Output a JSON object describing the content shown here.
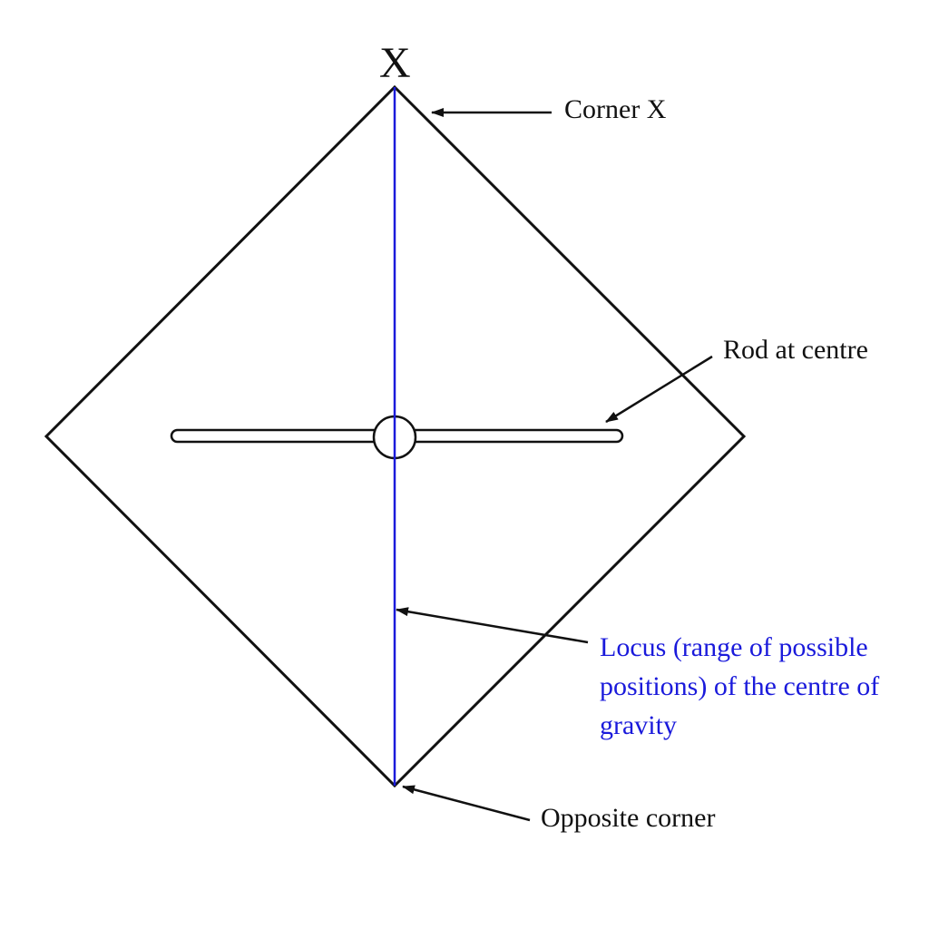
{
  "labels": {
    "vertex_x": "X",
    "corner_x": "Corner X",
    "rod_at_centre": "Rod at centre",
    "locus": "Locus (range of possible positions) of the centre of gravity",
    "opposite_corner": "Opposite corner"
  },
  "colors": {
    "outline": "#111111",
    "locus": "#1a1adb",
    "background": "#ffffff"
  }
}
